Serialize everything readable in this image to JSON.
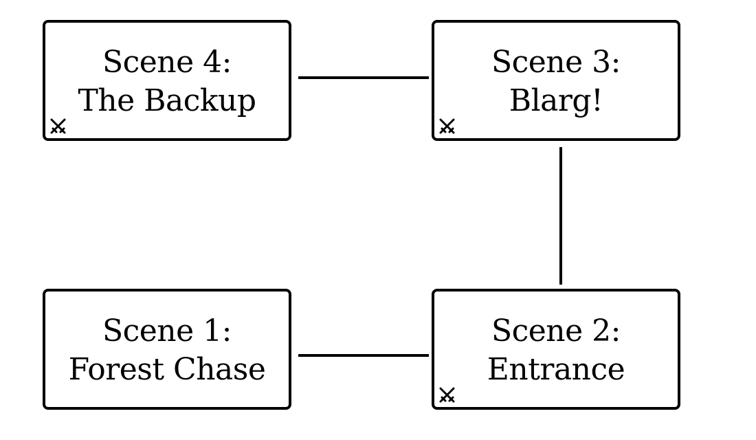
{
  "scenes": {
    "scene_4": {
      "title": "Scene 4:",
      "name": "The Backup",
      "combat_icon": "crossed-swords-icon"
    },
    "scene_3": {
      "title": "Scene 3:",
      "name": "Blarg!",
      "combat_icon": "crossed-swords-icon"
    },
    "scene_1": {
      "title": "Scene 1:",
      "name": "Forest Chase"
    },
    "scene_2": {
      "title": "Scene 2:",
      "name": "Entrance",
      "combat_icon": "crossed-swords-icon"
    }
  },
  "connections": [
    {
      "from": "Scene 1",
      "to": "Scene 2"
    },
    {
      "from": "Scene 2",
      "to": "Scene 3"
    },
    {
      "from": "Scene 3",
      "to": "Scene 4"
    }
  ],
  "colors": {
    "line": "#000000",
    "background": "#ffffff"
  }
}
